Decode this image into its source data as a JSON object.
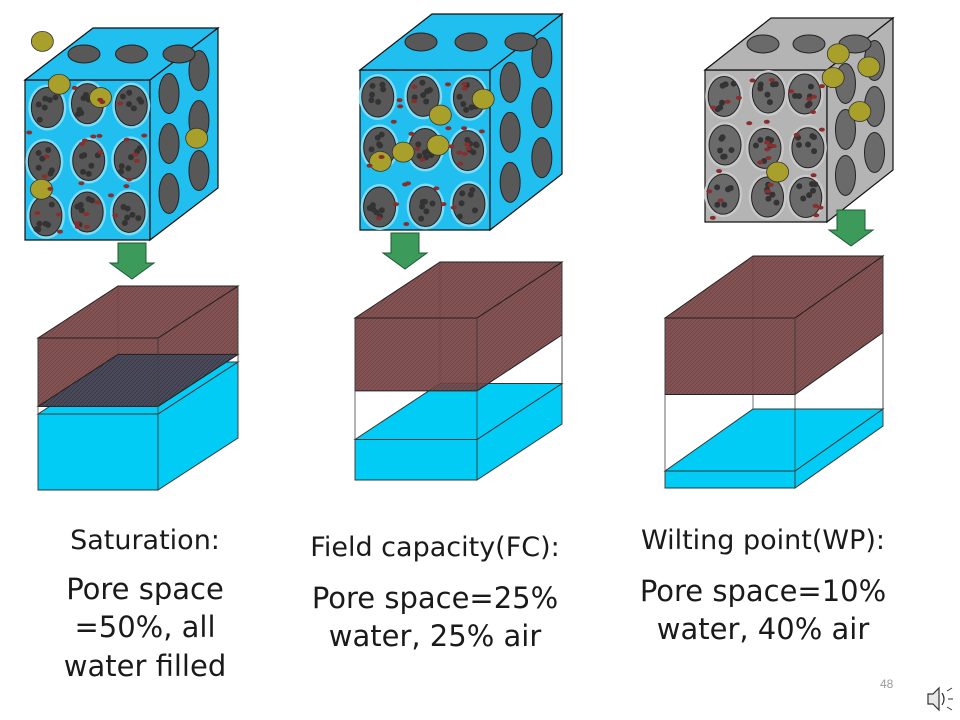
{
  "panels": [
    {
      "title": "Saturation:",
      "body_lines": [
        "Pore space",
        "=50%, all",
        "water filled"
      ],
      "background_fill": "#20bff0",
      "water_fill_fraction": 0.5
    },
    {
      "title": "Field capacity(FC):",
      "body_lines": [
        "Pore space=25%",
        "water, 25% air"
      ],
      "background_fill": "#20bff0",
      "water_fill_fraction": 0.25
    },
    {
      "title": "Wilting point(WP):",
      "body_lines": [
        "Pore space=10%",
        "water, 40% air"
      ],
      "background_fill": "#b4b4b4",
      "water_fill_fraction": 0.1
    }
  ],
  "slide_number": "48",
  "colors": {
    "water": "#00ccf5",
    "solid": "#7a4545",
    "arrow": "#3c9a5a",
    "cube_blue": "#20bff0",
    "cube_gray": "#b4b4b4",
    "aggregate": "#585858",
    "organic": "#a8a02a",
    "pore_dot": "#8a2d2d"
  },
  "icons": {
    "speaker": "speaker-icon",
    "arrow": "down-arrow-icon"
  }
}
